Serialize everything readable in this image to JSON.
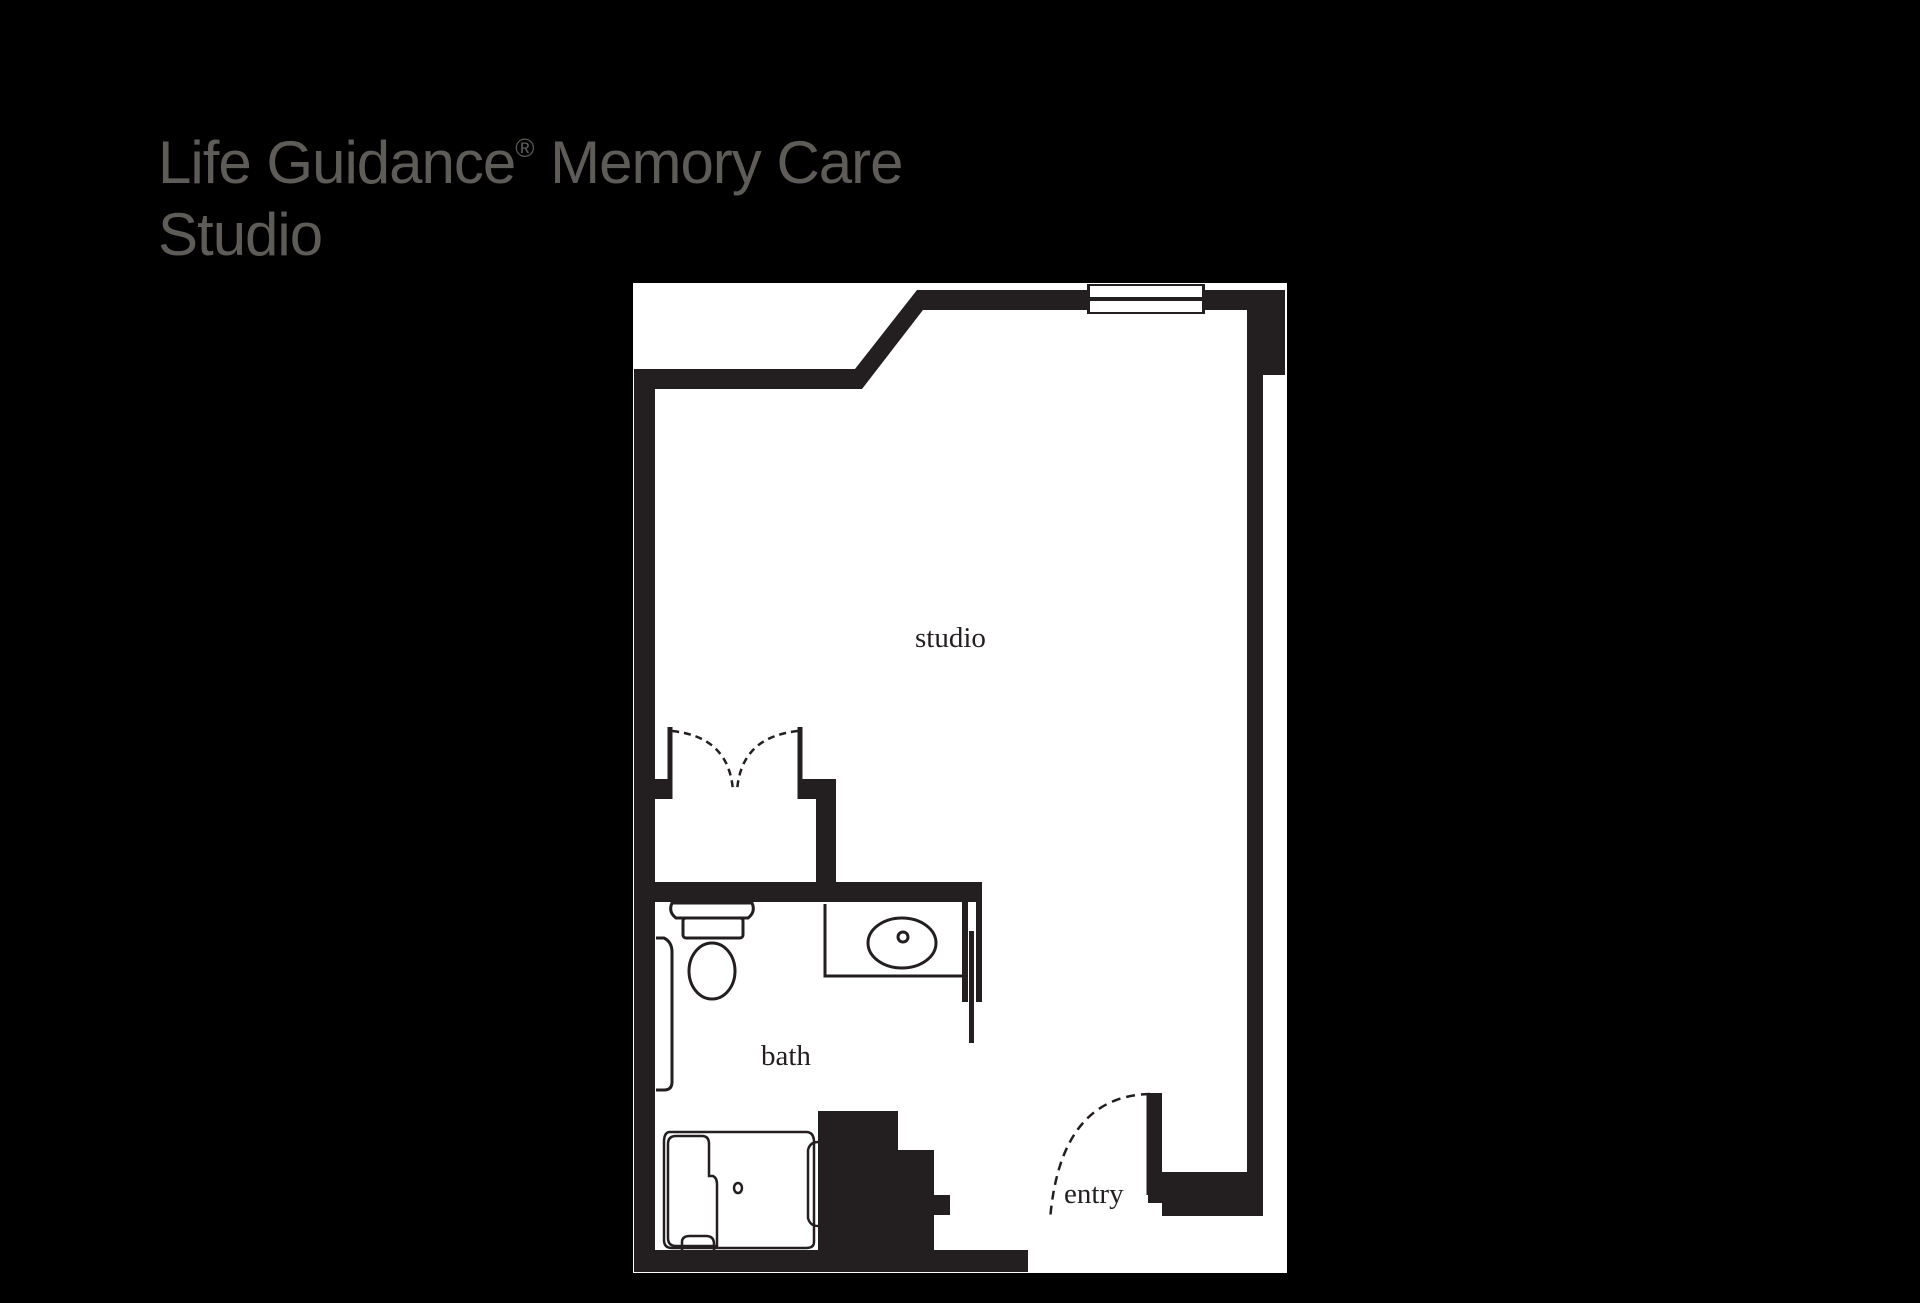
{
  "title": {
    "line1_prefix": "Life Guidance",
    "registered_mark": "®",
    "line1_suffix": " Memory Care",
    "line2": "Studio"
  },
  "floorplan": {
    "rooms": [
      {
        "id": "studio",
        "label": "studio"
      },
      {
        "id": "bath",
        "label": "bath"
      },
      {
        "id": "entry",
        "label": "entry"
      }
    ],
    "fixtures": [
      "closet-double-doors",
      "toilet",
      "sink-vanity",
      "shower",
      "window",
      "entry-door"
    ]
  },
  "colors": {
    "background": "#000000",
    "title_text": "#5e5c58",
    "wall": "#231f20",
    "floor": "#ffffff"
  }
}
